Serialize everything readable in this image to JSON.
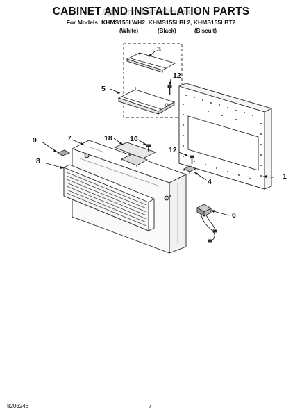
{
  "header": {
    "title": "CABINET AND INSTALLATION PARTS",
    "models_line": "For Models: KHMS155LWH2, KHMS155LBL2, KHMS155LBT2",
    "colors": [
      "(White)",
      "(Black)",
      "(Biscuit)"
    ],
    "watermark": "AppliancePartsPros.com"
  },
  "callouts": {
    "p1": "1",
    "p3": "3",
    "p4": "4",
    "p5": "5",
    "p6": "6",
    "p7": "7",
    "p8": "8",
    "p9": "9",
    "p10": "10",
    "p12a": "12",
    "p12b": "12",
    "p18": "18"
  },
  "footer": {
    "doc_number": "8206246",
    "page_number": "7"
  }
}
